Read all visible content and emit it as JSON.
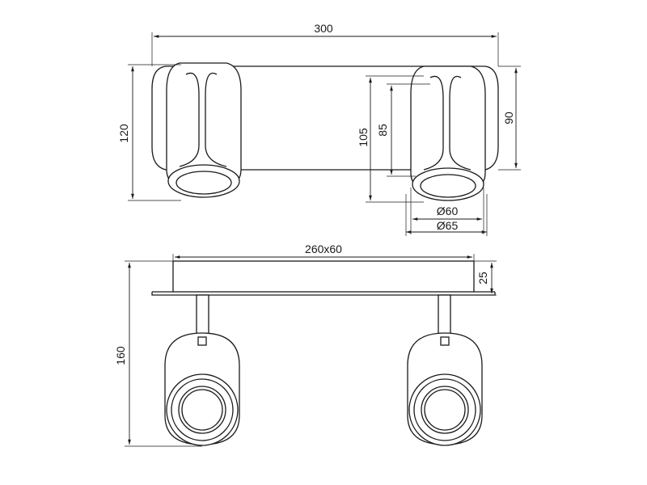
{
  "top_view": {
    "dim_width": "300",
    "dim_height_overall": "120",
    "dim_height_base": "90",
    "dim_head_height": "105",
    "dim_head_inner_height": "85",
    "dim_diameter_inner": "Ø60",
    "dim_diameter_outer": "Ø65"
  },
  "front_view": {
    "dim_base_plate": "260x60",
    "dim_base_thickness": "25",
    "dim_total_height": "160"
  }
}
